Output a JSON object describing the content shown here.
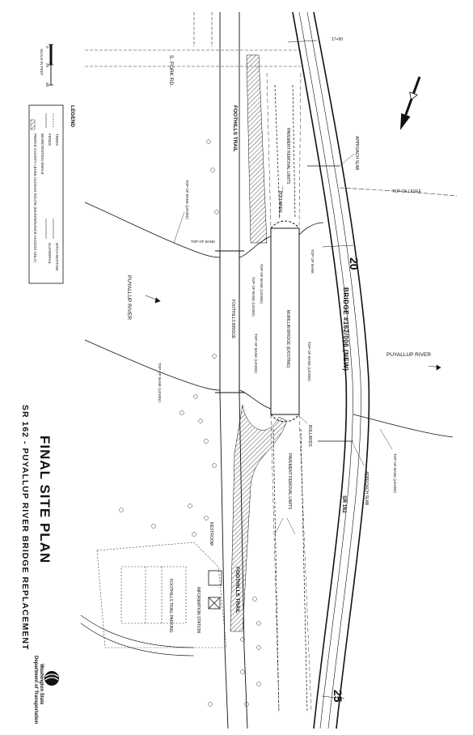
{
  "title": "FINAL SITE PLAN",
  "subtitle": "SR 162 - PUYALLUP RIVER BRIDGE REPLACEMENT",
  "agency": {
    "line1": "Washington State",
    "line2": "Department of Transportation"
  },
  "scale": {
    "label": "SCALE IN FEET",
    "ticks": [
      "0",
      "25",
      "50"
    ]
  },
  "legend": {
    "title": "LEGEND",
    "items": [
      "TREES",
      "FENCE",
      "BIORETENTION SWALE",
      "PIERCE COUNTY LEVEE ACCESS ROUTE (MAINTENANCE ACCESS ONLY)"
    ],
    "items_right": [
      "DITCH BOTTOM",
      "GUARDRAIL"
    ]
  },
  "labels": {
    "s_fork_rd": "S. FORK RD.",
    "foothills_trail_north": "FOOTHILLS TRAIL",
    "foothills_trail_south": "FOOTHILLS TRAIL",
    "foothills_bridge": "FOOTHILLS BRIDGE",
    "foothills_parking": "FOOTHILLS TRAIL PARKING",
    "restroom": "RESTROOM",
    "information_station": "INFORMATION STATION",
    "puyallup_river_west": "PUYALLUP RIVER",
    "puyallup_river_east": "PUYALLUP RIVER",
    "pavement_removal_north": "PAVEMENT REMOVAL LIMITS",
    "pavement_removal_south": "PAVEMENT REMOVAL LIMITS",
    "bollards_north": "BOLLARDS",
    "bollards_south": "BOLLARDS",
    "mcmillin_bridge": "McMILLIN BRIDGE (EXISTING)",
    "bridge_new": "BRIDGE #162/006 (NEW)",
    "sr162": "SR 162",
    "station_17_50": "17+50",
    "station_20": "20",
    "station_25": "25",
    "approach_slab_north": "APPROACH SLAB",
    "approach_slab_south": "APPROACH SLAB",
    "top_of_levee": "TOP OF LEVEE",
    "top_of_bank_1": "TOP OF BANK (LEVEE)",
    "top_of_bank_2": "TOP OF BANK",
    "top_of_bank_3": "TOP OF BANK (LEVEE)",
    "top_of_bank_4": "TOP OF BANK (LEVEE)",
    "top_of_bank_5": "TOP OF BANK (LEVEE)",
    "top_of_bank_6": "TOP OF BANK (LEVEE)",
    "top_of_bank_7": "TOP OF BANK (LEVEE)",
    "top_of_bank_8": "TOP OF BANK (LEVEE)",
    "top_of_bank_9": "TOP OF BANK"
  }
}
